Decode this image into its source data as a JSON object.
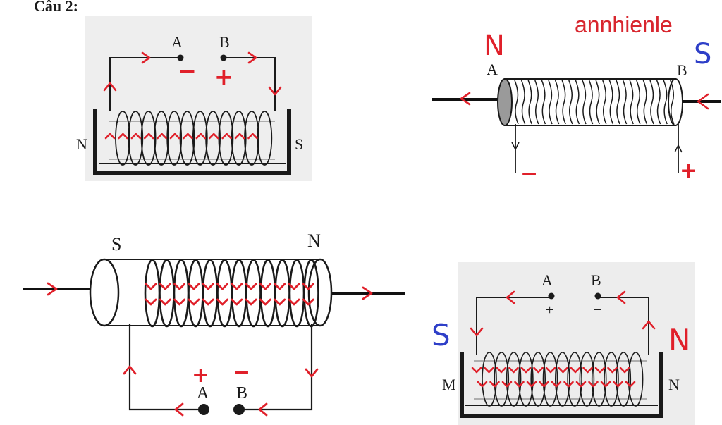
{
  "header": {
    "title": "Câu 2:"
  },
  "credit": {
    "text": "annhienle",
    "color": "#d8262e"
  },
  "colors": {
    "ink": "#1a1a1a",
    "annotation_red": "#e0202a",
    "annotation_blue": "#2e3fc8",
    "panel_gray": "#eeeeee"
  },
  "diagrams": {
    "d1": {
      "terminal_a": "A",
      "terminal_b": "B",
      "pole_left": "N",
      "pole_right": "S",
      "sign_a": "−",
      "sign_b": "+"
    },
    "d2": {
      "terminal_a": "A",
      "terminal_b": "B",
      "pole_left": "N",
      "pole_right": "S",
      "sign_left": "−",
      "sign_right": "+"
    },
    "d3": {
      "terminal_a": "A",
      "terminal_b": "B",
      "pole_left": "S",
      "pole_right": "N",
      "sign_a": "+",
      "sign_b": "−"
    },
    "d4": {
      "terminal_a": "A",
      "terminal_b": "B",
      "end_left": "M",
      "end_right": "N",
      "printed_sign_a": "+",
      "printed_sign_b": "−",
      "pole_left": "S",
      "pole_right": "N"
    }
  }
}
